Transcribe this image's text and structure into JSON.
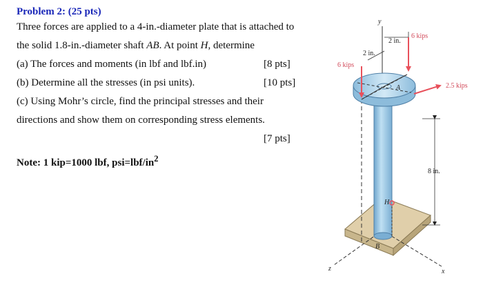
{
  "problem": {
    "title": "Problem 2: (25 pts)",
    "line1": "Three forces are applied to a 4-in.-diameter plate that is attached to",
    "line2_a": "the solid 1.8-in.-diameter shaft ",
    "line2_ab": "AB",
    "line2_b": ". At point ",
    "line2_h": "H",
    "line2_c": ", determine",
    "part_a": "(a) The forces and moments   (in lbf and lbf.in)",
    "part_a_pts": "[8 pts]",
    "part_b": "(b)  Determine all the stresses (in psi units).",
    "part_b_pts": "[10 pts]",
    "part_c1": "(c) Using Mohr’s circle, find the principal stresses and their",
    "part_c2": "directions and show them on corresponding stress elements.",
    "part_c_pts": "[7 pts]",
    "note": "Note: 1 kip=1000 lbf, psi=lbf/in",
    "note_sup": "2"
  },
  "figure": {
    "label_y": "y",
    "label_z": "z",
    "label_x": "x",
    "label_A": "A",
    "label_B": "B",
    "label_H": "H",
    "dim_2in_top": "2 in.",
    "dim_2in_left": "2 in.",
    "dim_8in": "8 in.",
    "force_6kips_right": "6 kips",
    "force_6kips_left": "6 kips",
    "force_25kips": "2.5 kips",
    "colors": {
      "force": "#e8505b",
      "force_label": "#d24a5a",
      "shaft": "#9fc8e4",
      "plate": "#b9d9ee",
      "base": "#d9c7a1"
    }
  }
}
